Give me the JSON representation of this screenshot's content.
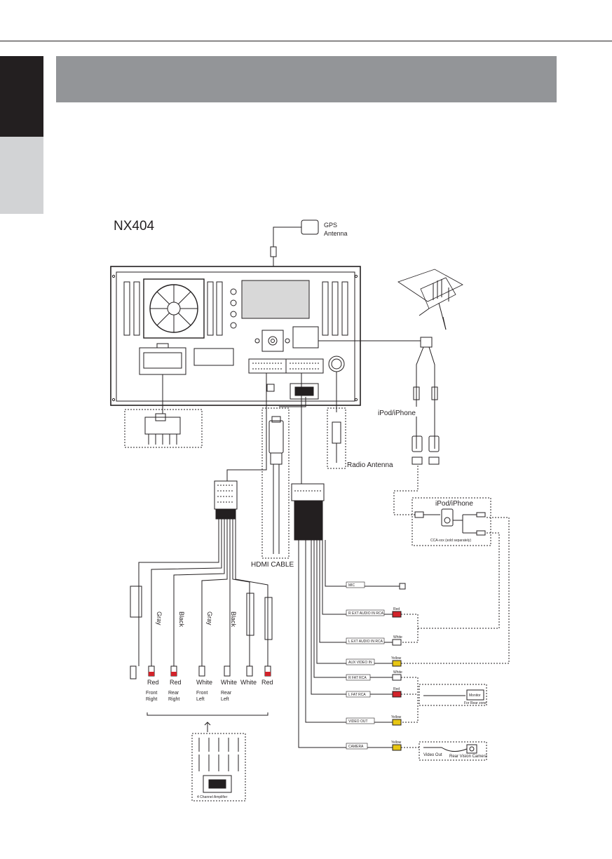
{
  "model": "NX404",
  "gps_label": [
    "GPS",
    "Antenna"
  ],
  "hdmi_label": "HDMI CABLE",
  "radio_antenna_label": "Radio Antenna",
  "ipod_label_top": "iPod/iPhone",
  "ipod_label_box": "iPod/iPhone",
  "ipod_cable_caption": "CCA-xxx (sold separately)",
  "speaker_colors": [
    "Gray",
    "Black",
    "Gray",
    "Black"
  ],
  "speaker_plugs": [
    "Red",
    "Red",
    "White",
    "White",
    "White",
    "Red"
  ],
  "speaker_positions": [
    [
      "Front",
      "Right"
    ],
    [
      "Rear",
      "Right"
    ],
    [
      "Front",
      "Left"
    ],
    [
      "Rear",
      "Left"
    ]
  ],
  "amp_caption": "4 Channel Amplifier",
  "harness_labels": [
    "MIC",
    "R EXT AUDIO IN RCA",
    "L EXT AUDIO IN RCA",
    "AUX VIDEO IN",
    "R FAT RCA",
    "L FAT RCA",
    "VIDEO OUT",
    "CAMERA"
  ],
  "plug_colors": [
    "Red",
    "White",
    "Yellow",
    "White",
    "Red",
    "Yellow",
    "Yellow"
  ],
  "monitor_label": "Monitor",
  "rear_zone_label": "For Rear zone",
  "video_out_label": "Video Out",
  "rear_camera_label": "Rear Vision Camera"
}
